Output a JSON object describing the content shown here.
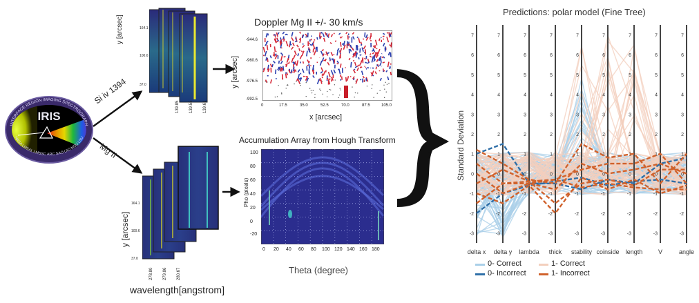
{
  "logo": {
    "name": "IRIS",
    "ring_text": "INTERFACE REGION IMAGING SPECTROGRAPH",
    "bottom_text": "NASA LMSAL LMSSC ARC SAO UIO MSU LSU"
  },
  "branch_labels": {
    "top": "Si iv 1394",
    "bottom": "Mg II"
  },
  "si_stack": {
    "ylabel": "y [arcsec]",
    "yticks": [
      "164.1",
      "100.6",
      "37.0"
    ],
    "xticks": [
      "139.85",
      "139.55",
      "139.61"
    ]
  },
  "mg_stack": {
    "ylabel": "y [arcsec]",
    "yticks": [
      "164.1",
      "100.6",
      "37.0"
    ],
    "xticks": [
      "278.80",
      "279.86",
      "280.67"
    ],
    "xlabel": "wavelength[angstrom]"
  },
  "doppler": {
    "title": "Doppler Mg II +/- 30 km/s",
    "xlabel": "x [arcsec]",
    "ylabel": "y [arcsec]",
    "xticks": [
      "0",
      "17.5",
      "35.0",
      "52.5",
      "70.0",
      "87.5",
      "105.0"
    ],
    "yticks": [
      "-944.6",
      "-960.6",
      "-976.5",
      "-992.5"
    ]
  },
  "hough": {
    "title": "Accumulation Array from Hough Transform",
    "xlabel": "Theta (degree)",
    "ylabel": "Pho (pixels)",
    "xticks": [
      "0",
      "20",
      "40",
      "60",
      "80",
      "100",
      "120",
      "140",
      "160",
      "180"
    ],
    "yticks": [
      "100",
      "80",
      "60",
      "40",
      "20",
      "0",
      "-20"
    ]
  },
  "chart_data": {
    "type": "line",
    "title": "Predictions: polar model (Fine Tree)",
    "ylabel": "Standard Deviation",
    "categories": [
      "delta x",
      "delta y",
      "lambda",
      "thick",
      "stability",
      "coinside",
      "length",
      "V",
      "angle"
    ],
    "yticks": [
      "7",
      "6",
      "5",
      "4",
      "3",
      "2",
      "1",
      "0",
      "-1",
      "-2",
      "-3"
    ],
    "ylim": [
      -3.5,
      7.5
    ],
    "legend": [
      "0- Correct",
      "1- Correct",
      "0- Incorrect",
      "1- Incorrect"
    ],
    "colors": {
      "correct0": "#a9cfe8",
      "correct1": "#f3cfbd",
      "incorrect0": "#2f6fa8",
      "incorrect1": "#d0622c"
    },
    "series": [
      {
        "group": "incorrect0",
        "values": [
          1.0,
          1.5,
          -0.5,
          -0.5,
          -0.8,
          -0.3,
          -0.5,
          0.5,
          0.8
        ]
      },
      {
        "group": "incorrect0",
        "values": [
          -2.0,
          -1.0,
          -0.6,
          -0.4,
          -0.2,
          -0.6,
          -0.4,
          -0.3,
          -0.5
        ]
      },
      {
        "group": "incorrect1",
        "values": [
          1.2,
          0.5,
          -0.3,
          -0.5,
          1.5,
          0.8,
          1.0,
          -0.5,
          1.0
        ]
      },
      {
        "group": "incorrect1",
        "values": [
          0.5,
          -0.5,
          -0.5,
          -0.3,
          0.2,
          0.5,
          0.5,
          1.0,
          -0.5
        ]
      },
      {
        "group": "incorrect1",
        "values": [
          -0.5,
          0.2,
          -0.4,
          -1.5,
          -0.5,
          -0.3,
          -0.6,
          0.2,
          0.2
        ]
      },
      {
        "group": "incorrect1",
        "values": [
          -1.0,
          -1.5,
          -0.6,
          -2.0,
          -0.2,
          -0.8,
          -0.3,
          -1.0,
          -0.6
        ]
      },
      {
        "group": "incorrect1",
        "values": [
          0.0,
          -1.0,
          -0.5,
          -0.8,
          0.5,
          0.0,
          0.2,
          0.5,
          0.0
        ]
      },
      {
        "group": "incorrect1",
        "values": [
          -1.5,
          -0.5,
          -0.4,
          -0.3,
          -0.7,
          -0.5,
          -0.7,
          -0.8,
          -0.8
        ]
      }
    ]
  }
}
